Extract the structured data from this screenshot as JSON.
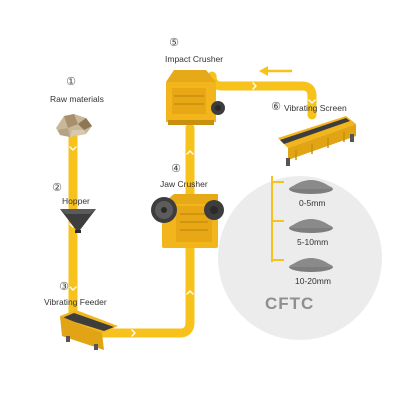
{
  "steps": [
    {
      "number": "①",
      "label": "Raw materials"
    },
    {
      "number": "②",
      "label": "Hopper"
    },
    {
      "number": "③",
      "label": "Vibrating Feeder"
    },
    {
      "number": "④",
      "label": "Jaw Crusher"
    },
    {
      "number": "⑤",
      "label": "Impact Crusher"
    },
    {
      "number": "⑥",
      "label": "Vibrating Screen"
    }
  ],
  "products": [
    "0-5mm",
    "5-10mm",
    "10-20mm"
  ],
  "logo": "CFTC",
  "colors": {
    "conveyor": "#f7c21b",
    "machine": "#f2b51c",
    "steel": "#3d3d3d",
    "gravel": "#8a8a8a",
    "circle_bg": "#ececec",
    "arrow": "#ffffff"
  }
}
